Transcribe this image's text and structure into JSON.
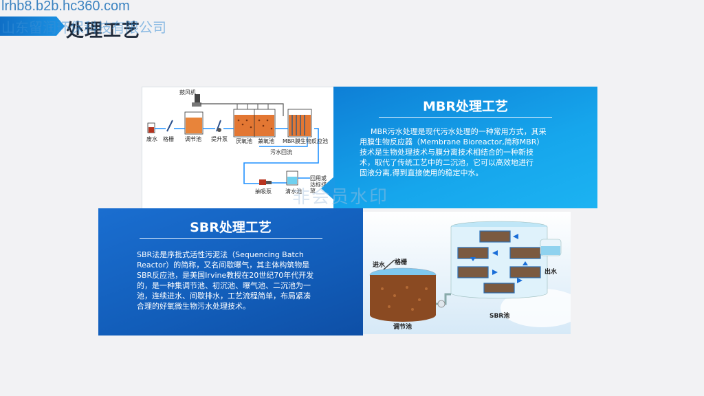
{
  "watermark": {
    "url": "lrhb8.b2b.hc360.com",
    "company": "山东留润环保科技有限公司",
    "center": "非会员水印"
  },
  "page": {
    "title": "处理工艺"
  },
  "mbr": {
    "title": "MBR处理工艺",
    "body_lines": [
      "MBR污水处理是现代污水处理的一种常用方式，其采",
      "用膜生物反应器（Membrane Bioreactor,简称MBR）",
      "技术是生物处理技术与膜分离技术相结合的一种新技",
      "术，取代了传统工艺中的二沉池，它可以高效地进行",
      "固液分离,得到直接使用的稳定中水。"
    ],
    "diagram_labels": {
      "blower": "鼓风机",
      "raw_water": "废水",
      "screen": "格栅",
      "equalization": "调节池",
      "lift_pump": "提升泵",
      "anoxic": "厌氧池",
      "aerobic": "兼氧池",
      "mbr_reactor": "MBR膜生物反应池",
      "sludge_return": "污水回流",
      "suction_pump": "抽吸泵",
      "clear_water": "清水池",
      "reuse": "回用或达标排放"
    }
  },
  "sbr": {
    "title": "SBR处理工艺",
    "body_lines": [
      "SBR法是序批式活性污泥法（Sequencing Batch",
      "Reactor）的简称，又名间歇曝气，其主体构筑物是",
      "SBR反应池，是美国Irvine教授在20世纪70年代开发",
      "的，是一种集调节池、初沉池、曝气池、二沉池为一",
      "池，连续进水、间歇排水，工艺流程简单，布局紧凑",
      "合理的好氧微生物污水处理技术。"
    ],
    "diagram_labels": {
      "inlet": "进水",
      "screen": "格栅",
      "equalization": "调节池",
      "sbr_tank": "SBR池",
      "outlet": "出水"
    }
  },
  "colors": {
    "mbr_panel": "#1396e2",
    "sbr_panel": "#135fba",
    "accent": "#1a8ee0",
    "background": "#f2f2f4"
  }
}
